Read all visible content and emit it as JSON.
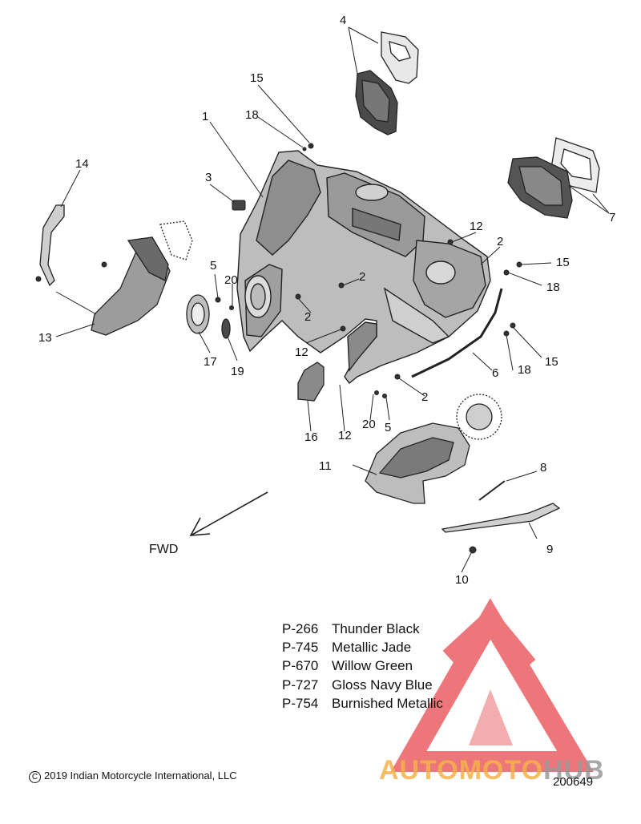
{
  "diagram": {
    "callouts": [
      "1",
      "2",
      "3",
      "4",
      "5",
      "6",
      "7",
      "8",
      "9",
      "10",
      "11",
      "12",
      "13",
      "14",
      "15",
      "16",
      "17",
      "18",
      "19",
      "20"
    ],
    "direction_label": "FWD"
  },
  "legend": [
    {
      "code": "P-266",
      "name": "Thunder Black"
    },
    {
      "code": "P-745",
      "name": "Metallic Jade"
    },
    {
      "code": "P-670",
      "name": "Willow Green"
    },
    {
      "code": "P-727",
      "name": "Gloss Navy Blue"
    },
    {
      "code": "P-754",
      "name": "Burnished Metallic"
    }
  ],
  "copyright": "2019 Indian Motorcycle International, LLC",
  "copyright_symbol": "C",
  "diagram_id": "200649",
  "watermark": {
    "part1": "AUTOMOTO",
    "part2": "HUB",
    "colors": {
      "triangle": "#e8494e",
      "part1": "#f5b24a",
      "part2": "#9a9a9a"
    }
  }
}
